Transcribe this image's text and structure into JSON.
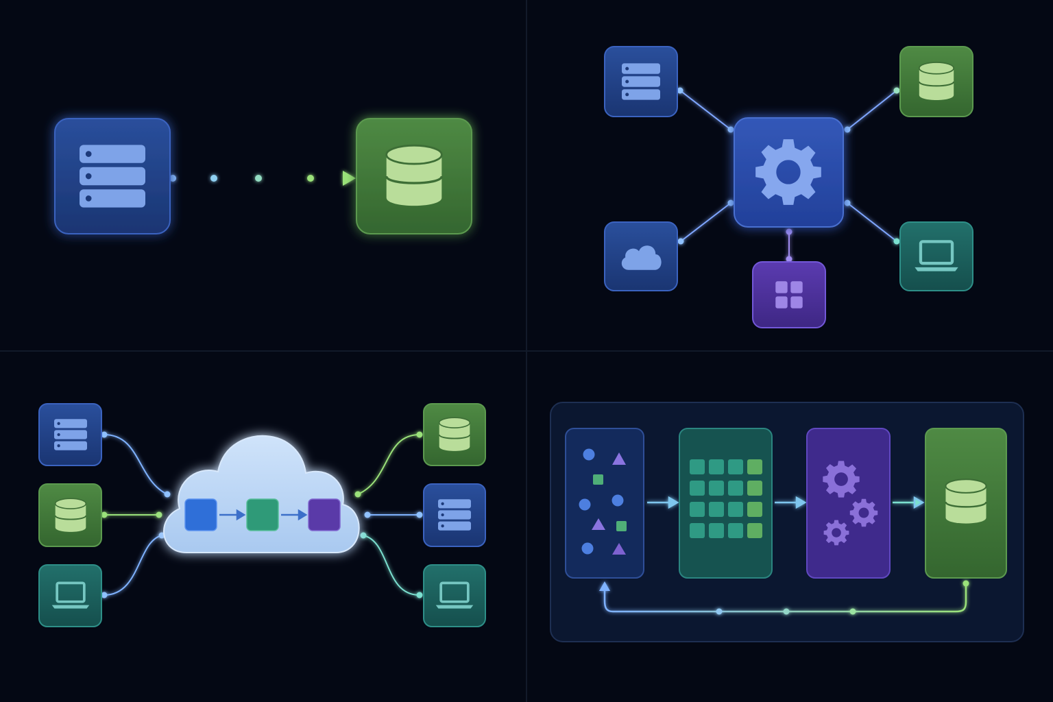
{
  "canvas": {
    "background": "#040814",
    "divider": "#141c2c"
  },
  "palette": {
    "blue_tile": "#1f3f86",
    "blue_tile_light": "#2a54a8",
    "green_tile": "#3f7a3a",
    "teal_tile": "#1b5e5c",
    "purple_tile": "#4a2f96",
    "blue_link": "#7fb2ff",
    "green_link": "#9be27a",
    "teal_link": "#7be0d0",
    "icon_blue": "#7ea3e8",
    "icon_green": "#b9dd9a",
    "icon_teal": "#76c7c2",
    "icon_purple": "#9e86e6",
    "cloud": "#bcd8f7"
  },
  "panels": [
    {
      "id": "point-to-point",
      "nodes": [
        {
          "id": "server",
          "icon": "server-icon",
          "tone": "blue"
        },
        {
          "id": "database",
          "icon": "database-icon",
          "tone": "green"
        }
      ],
      "links": [
        {
          "from": "server",
          "to": "database",
          "style": "arrow-dotted"
        }
      ]
    },
    {
      "id": "hub-and-spoke",
      "nodes": [
        {
          "id": "hub",
          "icon": "gear-icon",
          "tone": "blue"
        },
        {
          "id": "server",
          "icon": "server-icon",
          "tone": "blue"
        },
        {
          "id": "database",
          "icon": "database-icon",
          "tone": "green"
        },
        {
          "id": "cloud",
          "icon": "cloud-icon",
          "tone": "blue"
        },
        {
          "id": "apps",
          "icon": "app-grid-icon",
          "tone": "purple"
        },
        {
          "id": "laptop",
          "icon": "laptop-icon",
          "tone": "teal"
        }
      ],
      "links": [
        {
          "from": "server",
          "to": "hub"
        },
        {
          "from": "database",
          "to": "hub"
        },
        {
          "from": "cloud",
          "to": "hub"
        },
        {
          "from": "apps",
          "to": "hub"
        },
        {
          "from": "laptop",
          "to": "hub"
        }
      ]
    },
    {
      "id": "cloud-integration",
      "sources": [
        "server-icon",
        "database-icon",
        "laptop-icon"
      ],
      "targets": [
        "database-icon",
        "server-icon",
        "laptop-icon"
      ],
      "pipeline_steps": [
        "blue",
        "green",
        "purple"
      ]
    },
    {
      "id": "etl-pipeline",
      "stages": [
        {
          "id": "raw-shapes",
          "icon": "shapes-icon",
          "tone": "blue"
        },
        {
          "id": "grid",
          "icon": "table-grid-icon",
          "tone": "teal"
        },
        {
          "id": "process",
          "icon": "gears-icon",
          "tone": "purple"
        },
        {
          "id": "store",
          "icon": "database-icon",
          "tone": "green"
        }
      ],
      "feedback_loop": true
    }
  ]
}
